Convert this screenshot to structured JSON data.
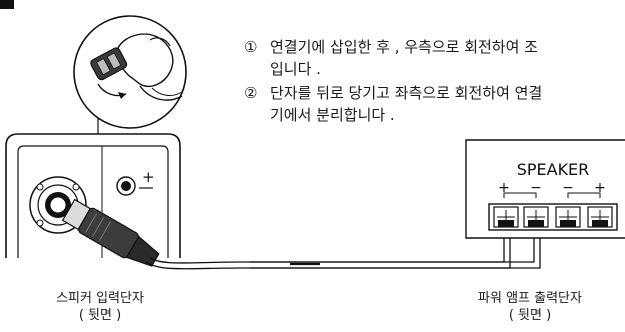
{
  "instructions": [
    {
      "marker": "①",
      "text": "연결기에 삽입한 후 , 우측으로 회전하여 조",
      "continuation": "입니다 ."
    },
    {
      "marker": "②",
      "text": "단자를 뒤로 당기고 좌측으로 회전하여 연결",
      "continuation": "기에서 분리합니다 ."
    }
  ],
  "amp_panel": {
    "label": "SPEAKER",
    "terminal_signs": [
      "+",
      "−",
      "−",
      "+"
    ]
  },
  "speaker_panel": {
    "jack_sign": "+"
  },
  "captions": {
    "left_line1": "스피커 입력단자",
    "left_line2": "( 뒷면 )",
    "right_line1": "파워 앰프 출력단자",
    "right_line2": "( 뒷면 )"
  }
}
